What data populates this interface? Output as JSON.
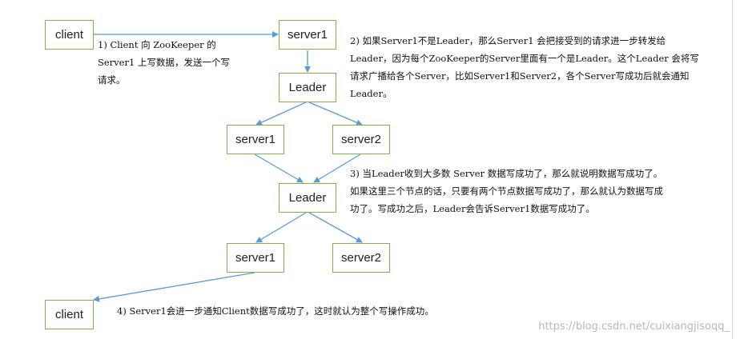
{
  "nodes": {
    "client_top": "client",
    "server1_top": "server1",
    "leader_1": "Leader",
    "server1_mid": "server1",
    "server2_mid": "server2",
    "leader_2": "Leader",
    "server1_bottom": "server1",
    "server2_bottom": "server2",
    "client_bottom": "client"
  },
  "notes": {
    "step1": "1) Client 向 ZooKeeper 的\nServer1 上写数据，发送一个写\n请求。",
    "step2": "2) 如果Server1不是Leader，那么Server1 会把接受到的请求进一步转发给\nLeader，因为每个ZooKeeper的Server里面有一个是Leader。这个Leader 会将写\n请求广播给各个Server，比如Server1和Server2，各个Server写成功后就会通知\nLeader。",
    "step3": "3) 当Leader收到大多数 Server 数据写成功了，那么就说明数据写成功了。\n如果这里三个节点的话，只要有两个节点数据写成功了，那么就认为数据写成\n功了。写成功之后，Leader会告诉Server1数据写成功了。",
    "step4": "4) Server1会进一步通知Client数据写成功了，这时就认为整个写操作成功。"
  },
  "watermark": "https://blog.csdn.net/cuixiangjisoqq_",
  "colors": {
    "arrow": "#5b9bd5",
    "box_border": "#7fb24a"
  }
}
